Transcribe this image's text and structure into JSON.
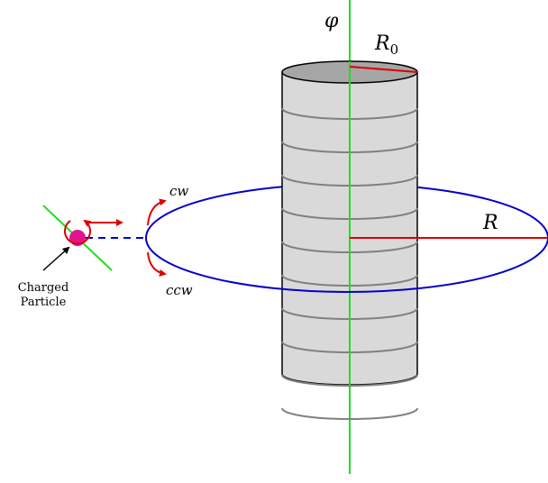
{
  "labels": {
    "phi": "φ",
    "r0_main": "R",
    "r0_sub": "0",
    "r": "R",
    "cw": "cw",
    "ccw": "ccw",
    "particle_line1": "Charged",
    "particle_line2": "Particle"
  },
  "colors": {
    "flux_line": "#22dd22",
    "loop": "#0000cc",
    "radius": "#dd0000",
    "cylinder_fill": "#d9d9d9",
    "cylinder_top": "#a6a6a6",
    "winding": "#808080",
    "particle": "#e0158c",
    "arrows": "#dd0000"
  },
  "windings_count": 10
}
